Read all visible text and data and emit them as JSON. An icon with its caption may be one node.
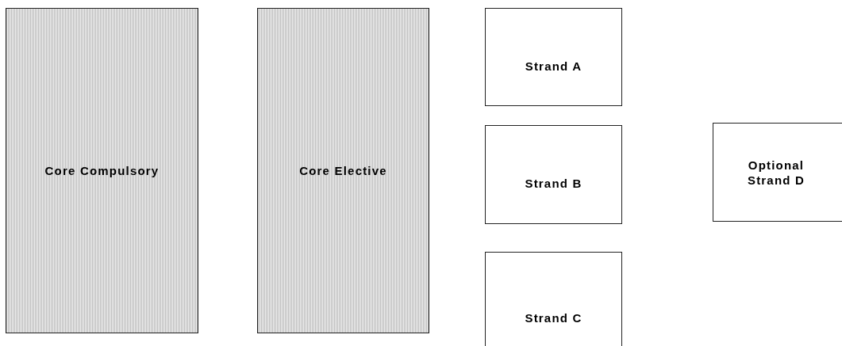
{
  "diagram": {
    "nodes": [
      {
        "text": [
          "Core Compulsory"
        ]
      },
      {
        "text": [
          "Core Elective"
        ]
      },
      {
        "text": [
          "Strand A"
        ]
      },
      {
        "text": [
          "Strand B"
        ]
      },
      {
        "text": [
          "Strand C"
        ]
      },
      {
        "text": [
          "Optional Strand D"
        ]
      }
    ]
  }
}
